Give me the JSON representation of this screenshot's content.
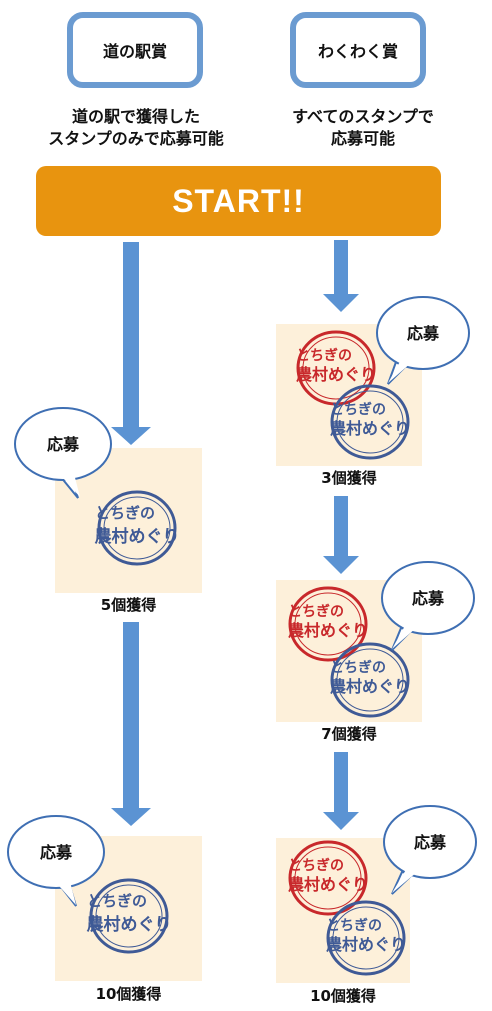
{
  "prizes": {
    "left": {
      "title": "道の駅賞",
      "desc_line1": "道の駅で獲得した",
      "desc_line2": "スタンプのみで応募可能"
    },
    "right": {
      "title": "わくわく賞",
      "desc_line1": "すべてのスタンプで",
      "desc_line2": "応募可能"
    }
  },
  "start_label": "START!!",
  "bubble_label": "応募",
  "stamp_text": {
    "line_top": "とちぎの",
    "line_main": "農村めぐり"
  },
  "left_flow": {
    "card1_caption": "5個獲得",
    "card2_caption": "10個獲得"
  },
  "right_flow": {
    "card1_caption": "3個獲得",
    "card2_caption": "7個獲得",
    "card3_caption": "10個獲得"
  },
  "colors": {
    "accent_orange": "#e8940f",
    "arrow_blue": "#5b93d3",
    "stamp_red": "#c8282b",
    "stamp_blue": "#3f5a96",
    "card_bg": "#fdf0da"
  }
}
